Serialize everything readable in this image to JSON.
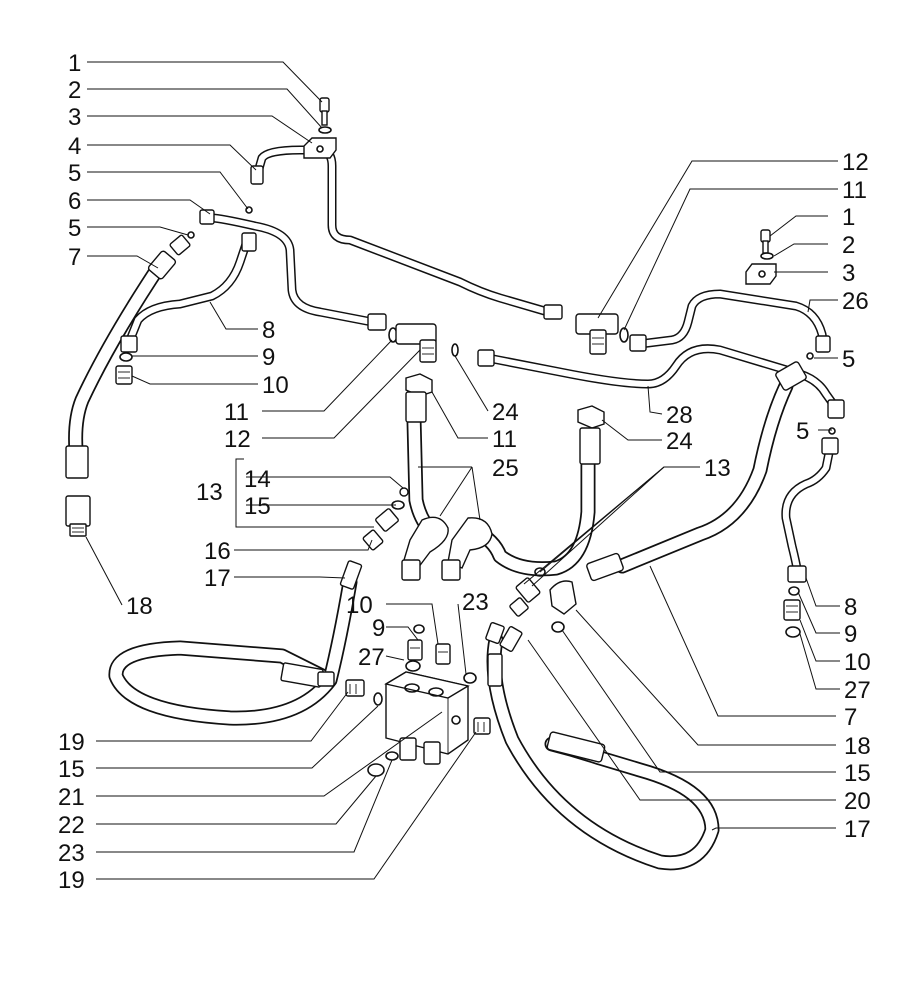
{
  "callouts": {
    "left": [
      "1",
      "2",
      "3",
      "4",
      "5",
      "6",
      "5",
      "7",
      "8",
      "9",
      "10",
      "11",
      "12",
      "13",
      "14",
      "15",
      "16",
      "17",
      "18",
      "10",
      "9",
      "27",
      "23",
      "19",
      "15",
      "21",
      "22",
      "23",
      "19"
    ],
    "right": [
      "12",
      "11",
      "1",
      "2",
      "3",
      "26",
      "5",
      "28",
      "24",
      "11",
      "24",
      "25",
      "5",
      "13",
      "8",
      "9",
      "10",
      "27",
      "7",
      "18",
      "15",
      "20",
      "17"
    ]
  }
}
